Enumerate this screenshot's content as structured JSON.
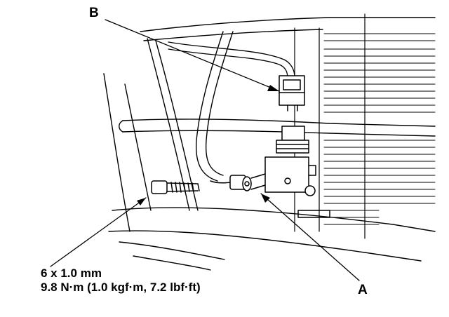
{
  "callouts": {
    "a": "A",
    "b": "B"
  },
  "fastener_spec": {
    "size": "6 x 1.0 mm",
    "torque": "9.8 N·m (1.0 kgf·m, 7.2 lbf·ft)"
  },
  "colors": {
    "ink": "#000000",
    "paper": "#ffffff"
  }
}
